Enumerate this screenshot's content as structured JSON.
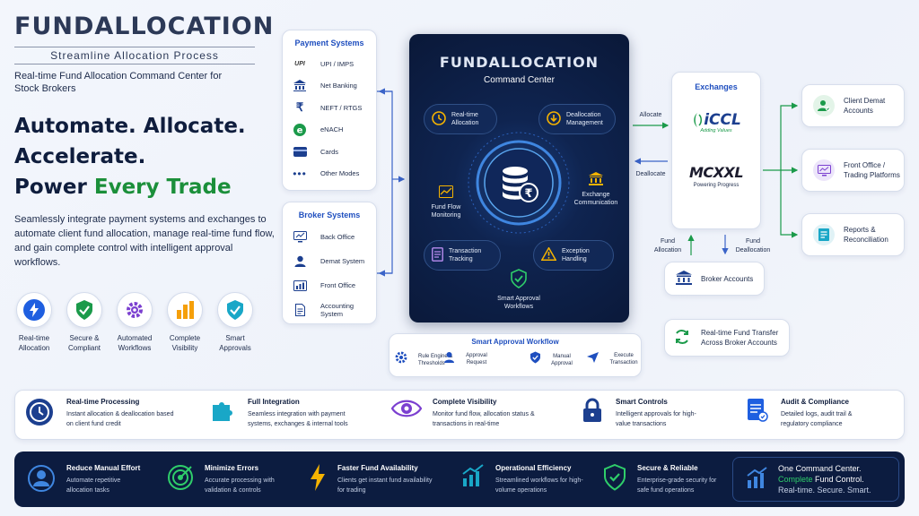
{
  "brand": {
    "name": "FUNDALLOCATION",
    "tagline": "Streamline Allocation Process",
    "subtitle": "Real-time Fund Allocation Command Center for Stock Brokers"
  },
  "hero": {
    "line1": "Automate. Allocate.",
    "line2": "Accelerate.",
    "line3_a": "Power",
    "line3_b": "Every Trade",
    "description": "Seamlessly integrate payment systems and exchanges to automate client fund allocation, manage real-time fund flow, and gain complete control with intelligent approval workflows."
  },
  "features": [
    {
      "label": "Real-time Allocation",
      "icon": "bolt-icon"
    },
    {
      "label": "Secure & Compliant",
      "icon": "shield-icon"
    },
    {
      "label": "Automated Workflows",
      "icon": "gear-icon"
    },
    {
      "label": "Complete Visibility",
      "icon": "bar-chart-icon"
    },
    {
      "label": "Smart Approvals",
      "icon": "shield-check-icon"
    }
  ],
  "payment": {
    "title": "Payment Systems",
    "upi_logo": "UPI",
    "items": [
      "UPI / IMPS",
      "Net Banking",
      "NEFT / RTGS",
      "eNACH",
      "Cards",
      "Other Modes"
    ]
  },
  "broker": {
    "title": "Broker Systems",
    "items": [
      "Back Office",
      "Demat System",
      "Front Office",
      "Accounting System"
    ]
  },
  "command": {
    "title": "FUNDALLOCATION",
    "subtitle": "Command Center",
    "nodes": [
      "Real-time Allocation",
      "Deallocation Management",
      "Fund Flow Monitoring",
      "Exchange Communication",
      "Transaction Tracking",
      "Exception Handling",
      "Smart Approval Workflows"
    ]
  },
  "workflow": {
    "title": "Smart Approval Workflow",
    "steps": [
      "Rule Engine & Thresholds",
      "Approval Request",
      "Manual Approval",
      "Execute Transaction"
    ]
  },
  "exchanges": {
    "title": "Exchanges",
    "iccl": "iCCL",
    "iccl_tag": "Adding Values",
    "mcx": "MCXXL",
    "mcx_tag": "Powering Progress"
  },
  "flows": {
    "allocate": "Allocate",
    "deallocate": "Deallocate",
    "fund_alloc": "Fund Allocation",
    "fund_dealloc": "Fund Deallocation"
  },
  "broker_accounts": "Broker Accounts",
  "transfer": "Real-time Fund Transfer Across Broker Accounts",
  "outputs": [
    "Client Demat Accounts",
    "Front Office / Trading Platforms",
    "Reports & Reconciliation"
  ],
  "benefits": [
    {
      "title": "Real-time Processing",
      "desc": "Instant allocation & deallocation based on client fund credit"
    },
    {
      "title": "Full Integration",
      "desc": "Seamless integration with payment systems, exchanges & internal tools"
    },
    {
      "title": "Complete Visibility",
      "desc": "Monitor fund flow, allocation status & transactions in real-time"
    },
    {
      "title": "Smart Controls",
      "desc": "Intelligent approvals for high-value transactions"
    },
    {
      "title": "Audit & Compliance",
      "desc": "Detailed logs, audit trail & regulatory compliance"
    }
  ],
  "outcomes": [
    {
      "title": "Reduce Manual Effort",
      "desc": "Automate repetitive allocation tasks"
    },
    {
      "title": "Minimize Errors",
      "desc": "Accurate processing with validation & controls"
    },
    {
      "title": "Faster Fund Availability",
      "desc": "Clients get instant fund availability for trading"
    },
    {
      "title": "Operational Efficiency",
      "desc": "Streamlined workflows for high-volume operations"
    },
    {
      "title": "Secure & Reliable",
      "desc": "Enterprise-grade security for safe fund operations"
    }
  ],
  "cta": {
    "line1": "One Command Center.",
    "line2_a": "Complete",
    "line2_b": "Fund Control.",
    "line3": "Real-time. Secure. Smart."
  },
  "colors": {
    "navy": "#0c1c40",
    "blue": "#1f4fbf",
    "green": "#1b8f3a",
    "accent": "#f5b301"
  }
}
